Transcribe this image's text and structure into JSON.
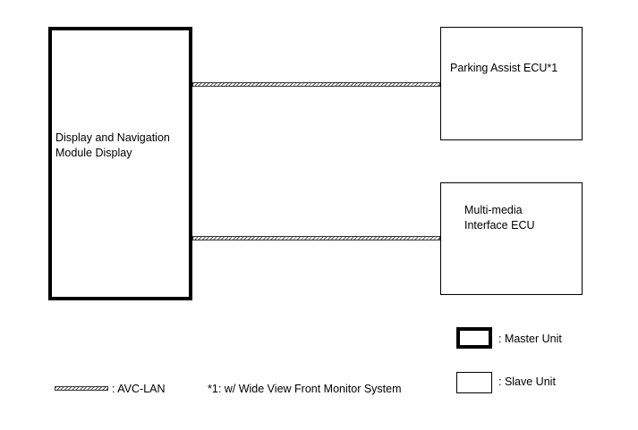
{
  "units": {
    "master": {
      "line1": "Display and Navigation",
      "line2": "Module Display"
    },
    "parking": {
      "label": "Parking Assist ECU*1"
    },
    "multimedia": {
      "line1": "Multi-media",
      "line2": "Interface ECU"
    }
  },
  "legend": {
    "master_unit": ": Master Unit",
    "slave_unit": ": Slave Unit",
    "avc_lan": ": AVC-LAN",
    "footnote": "*1: w/ Wide View Front Monitor System"
  }
}
